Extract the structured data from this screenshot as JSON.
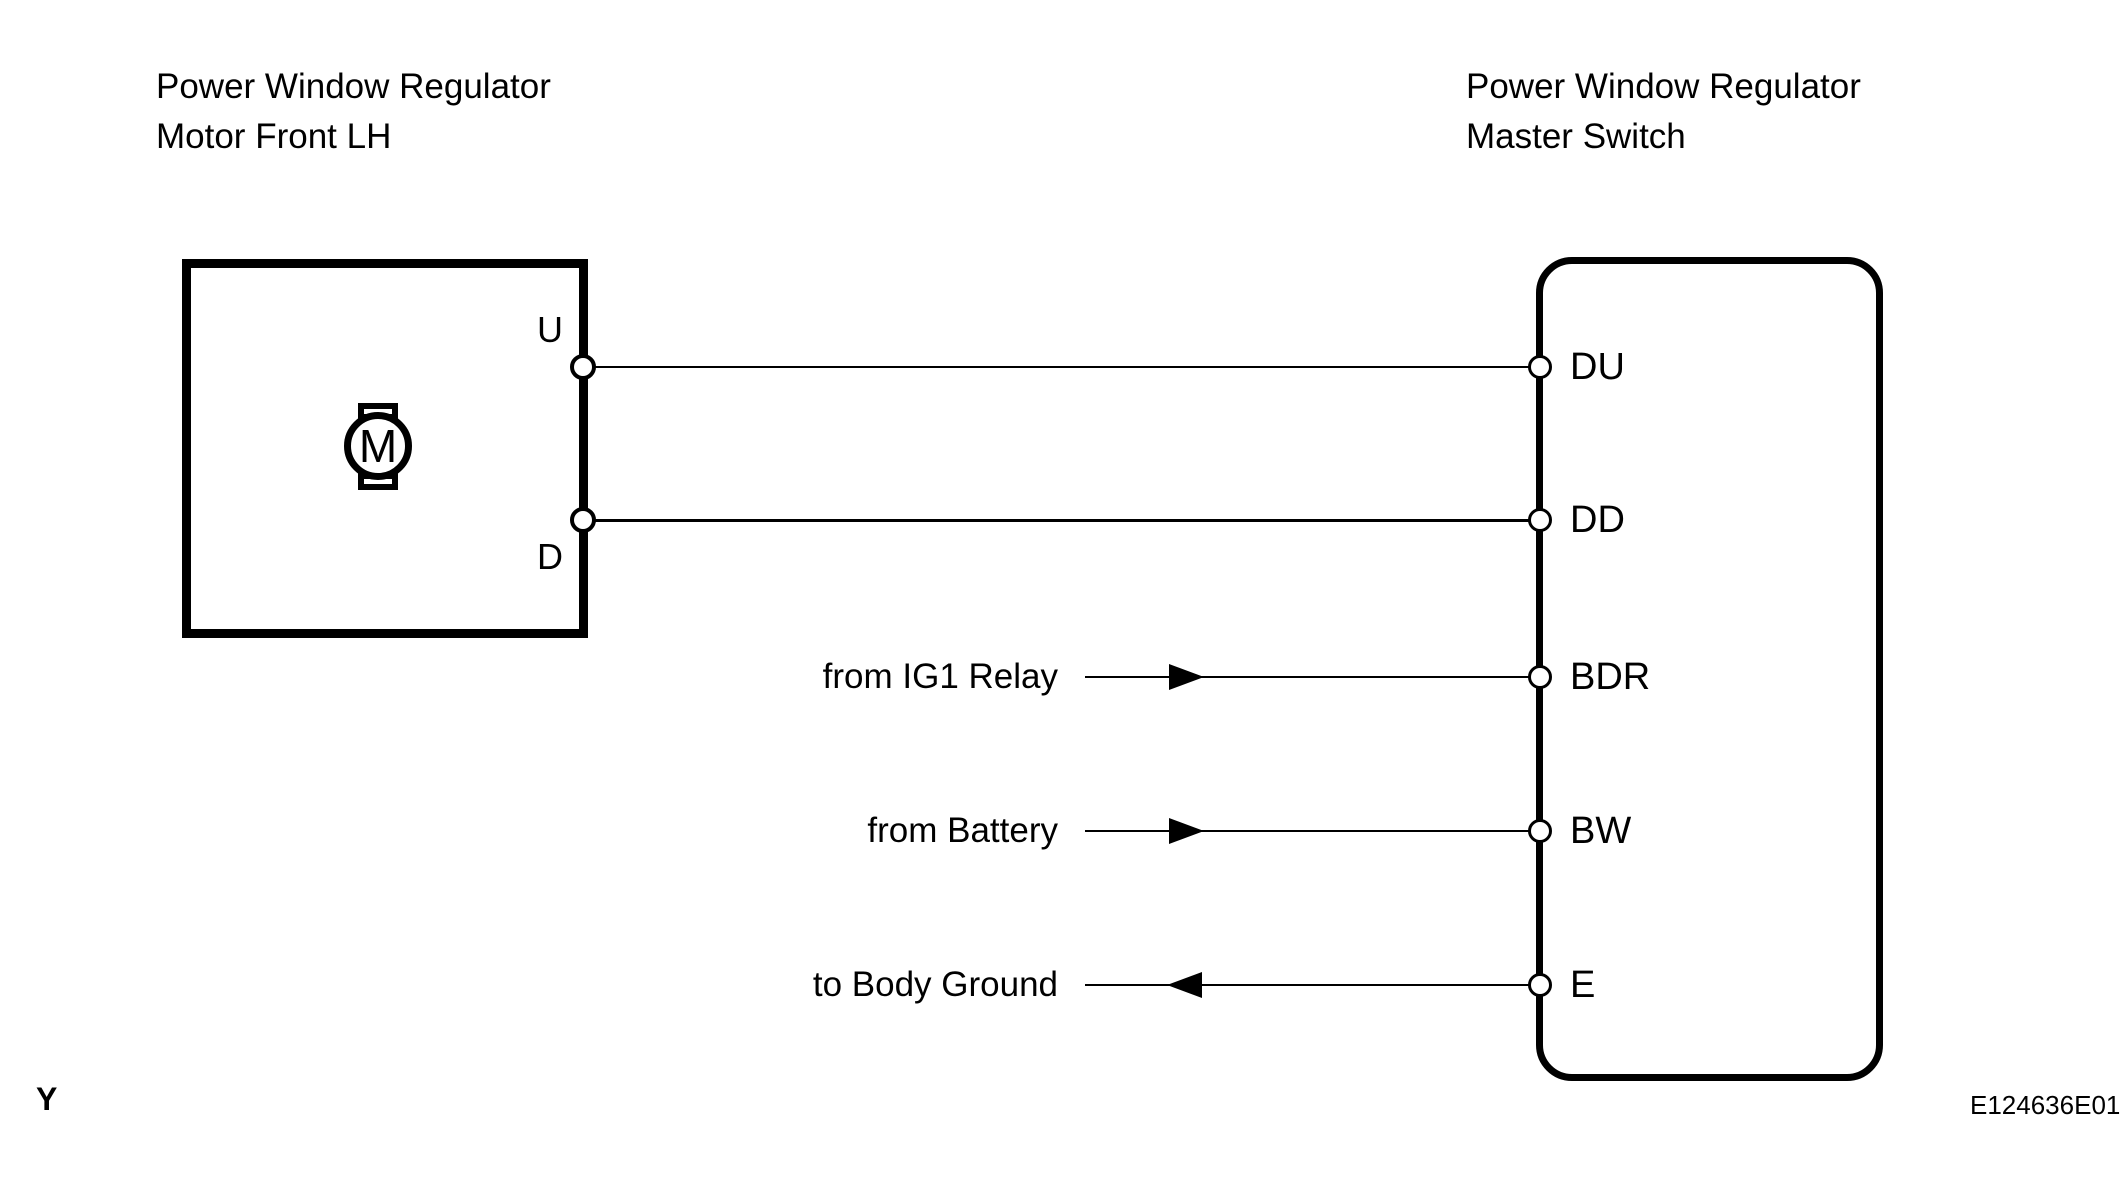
{
  "page": {
    "background_color": "#ffffff",
    "ink_color": "#000000"
  },
  "motor": {
    "title_line1": "Power Window Regulator",
    "title_line2": "Motor Front LH",
    "symbol_letter": "M",
    "terminals": [
      {
        "label": "U"
      },
      {
        "label": "D"
      }
    ]
  },
  "master_switch": {
    "title_line1": "Power Window Regulator",
    "title_line2": "Master Switch",
    "terminals": [
      {
        "label": "DU"
      },
      {
        "label": "DD"
      },
      {
        "label": "BDR"
      },
      {
        "label": "BW"
      },
      {
        "label": "E"
      }
    ]
  },
  "external_connections": [
    {
      "label": "from IG1 Relay",
      "direction": "into-switch",
      "terminal": "BDR"
    },
    {
      "label": "from Battery",
      "direction": "into-switch",
      "terminal": "BW"
    },
    {
      "label": "to Body Ground",
      "direction": "out-of-switch",
      "terminal": "E"
    }
  ],
  "wires": [
    {
      "from": "motor U",
      "to": "switch DU"
    },
    {
      "from": "motor D",
      "to": "switch DD"
    }
  ],
  "footer": {
    "page_marker": "Y",
    "figure_code": "E124636E01"
  }
}
